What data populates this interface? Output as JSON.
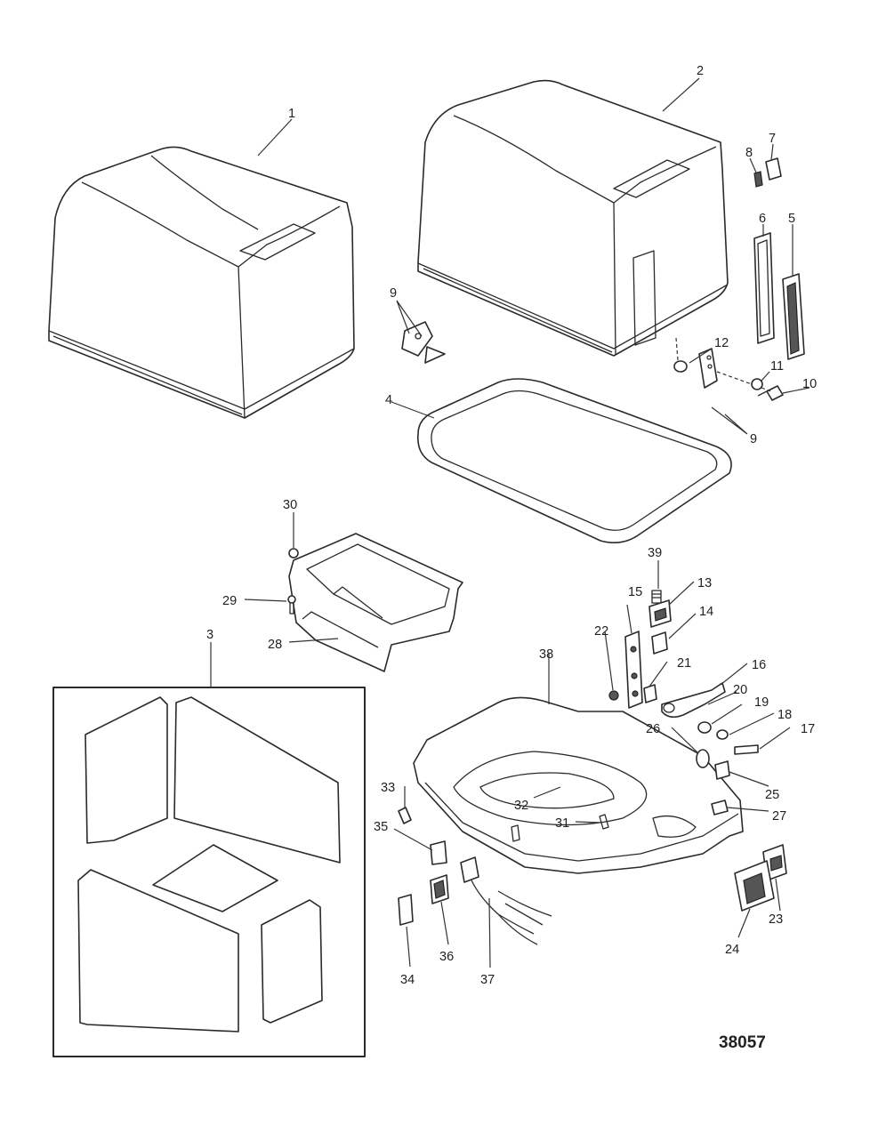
{
  "figure": {
    "reference_number": "38057"
  },
  "callouts": [
    "1",
    "2",
    "3",
    "4",
    "5",
    "6",
    "7",
    "8",
    "9",
    "9",
    "10",
    "11",
    "12",
    "13",
    "14",
    "15",
    "16",
    "17",
    "18",
    "19",
    "20",
    "21",
    "22",
    "23",
    "24",
    "25",
    "26",
    "27",
    "28",
    "29",
    "30",
    "31",
    "32",
    "33",
    "34",
    "35",
    "36",
    "37",
    "38",
    "39"
  ]
}
